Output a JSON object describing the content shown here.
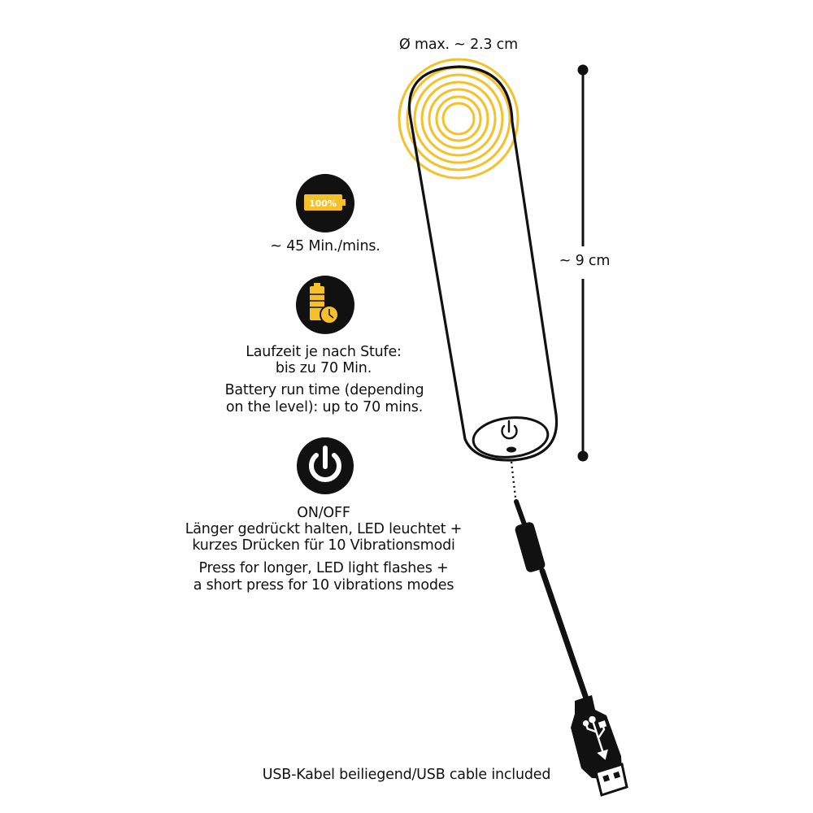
{
  "dimensions": {
    "diameter": "Ø max. ~ 2.3 cm",
    "length": "~ 9 cm"
  },
  "battery": {
    "icon": "battery-full-icon",
    "percent_label": "100%",
    "charge_time": "~ 45 Min./mins."
  },
  "runtime": {
    "icon": "battery-clock-icon",
    "de_line1": "Laufzeit je nach Stufe:",
    "de_line2": "bis zu 70 Min.",
    "en_line1": "Battery run time (depending",
    "en_line2": "on the level): up to 70 mins."
  },
  "power": {
    "icon": "power-icon",
    "title": "ON/OFF",
    "de_line1": "Länger gedrückt halten, LED leuchtet +",
    "de_line2": "kurzes Drücken für 10 Vibrationsmodi",
    "en_line1": "Press for longer, LED light flashes +",
    "en_line2": "a short press for 10 vibrations modes"
  },
  "usb": {
    "icon": "usb-icon",
    "caption": "USB-Kabel beiliegend/USB cable included"
  },
  "colors": {
    "accent": "#f5c028",
    "ink": "#111111"
  }
}
